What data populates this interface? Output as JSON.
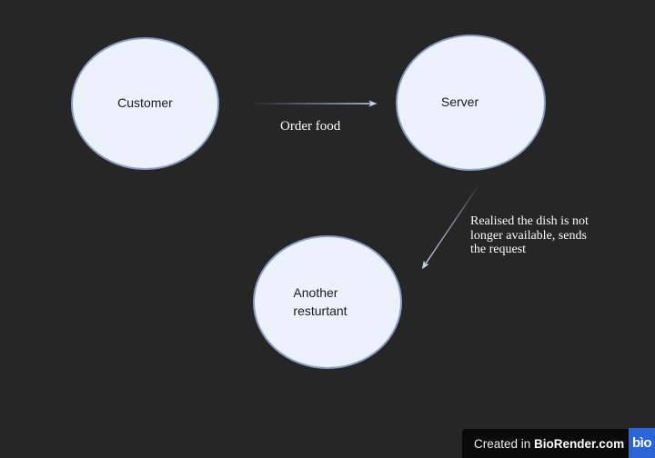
{
  "canvas": {
    "background_color": "#262626",
    "node_fill_color": "#ecf2fc",
    "node_stroke_color": "#8b9dc3",
    "arrow_color": "#c9d2e6"
  },
  "diagram": {
    "nodes": [
      {
        "id": "customer",
        "label": "Customer"
      },
      {
        "id": "server",
        "label": "Server"
      },
      {
        "id": "another-restaurant",
        "label": "Another resturtant",
        "lines": [
          "Another",
          "resturtant"
        ]
      }
    ],
    "edges": [
      {
        "from": "customer",
        "to": "server",
        "label": "Order food"
      },
      {
        "from": "server",
        "to": "another-restaurant",
        "label": "Realised the dish is not longer available, sends the request",
        "label_lines": [
          "Realised the dish is not",
          "longer available, sends",
          "the request"
        ]
      }
    ]
  },
  "watermark": {
    "prefix": "Created in ",
    "brand": "BioRender.com",
    "logo_text": "bìo",
    "logo_color": "#2b63d9",
    "bar_color": "#0a0a0a"
  }
}
